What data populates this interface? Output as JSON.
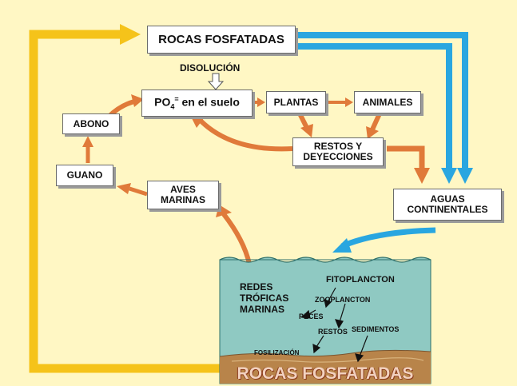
{
  "colors": {
    "background": "#fff7c4",
    "cycle_arrow": "#f5c31a",
    "water_arrow": "#29a6e0",
    "flow_arrow": "#e07a3a",
    "sea": "#8fc9c2",
    "rock_layer": "#b8844a"
  },
  "nodes": {
    "rocas_fosfatadas": "ROCAS FOSFATADAS",
    "disolucion": "DISOLUCIÓN",
    "po4_prefix": "PO",
    "po4_sub": "4",
    "po4_sup": "=",
    "po4_suffix": " en el suelo",
    "plantas": "PLANTAS",
    "animales": "ANIMALES",
    "restos_1": "RESTOS Y",
    "restos_2": "DEYECCIONES",
    "abono": "ABONO",
    "guano": "GUANO",
    "aves_1": "AVES",
    "aves_2": "MARINAS",
    "aguas_1": "AGUAS",
    "aguas_2": "CONTINENTALES"
  },
  "sea": {
    "redes_1": "REDES",
    "redes_2": "TRÓFICAS",
    "redes_3": "MARINAS",
    "fitoplancton": "FITOPLANCTON",
    "zooplancton": "ZOOPLANCTON",
    "peces": "PECES",
    "restos": "RESTOS",
    "sedimentos": "SEDIMENTOS",
    "fosilizacion": "FOSILIZACIÓN",
    "rocas_fosfatadas": "ROCAS FOSFATADAS"
  }
}
